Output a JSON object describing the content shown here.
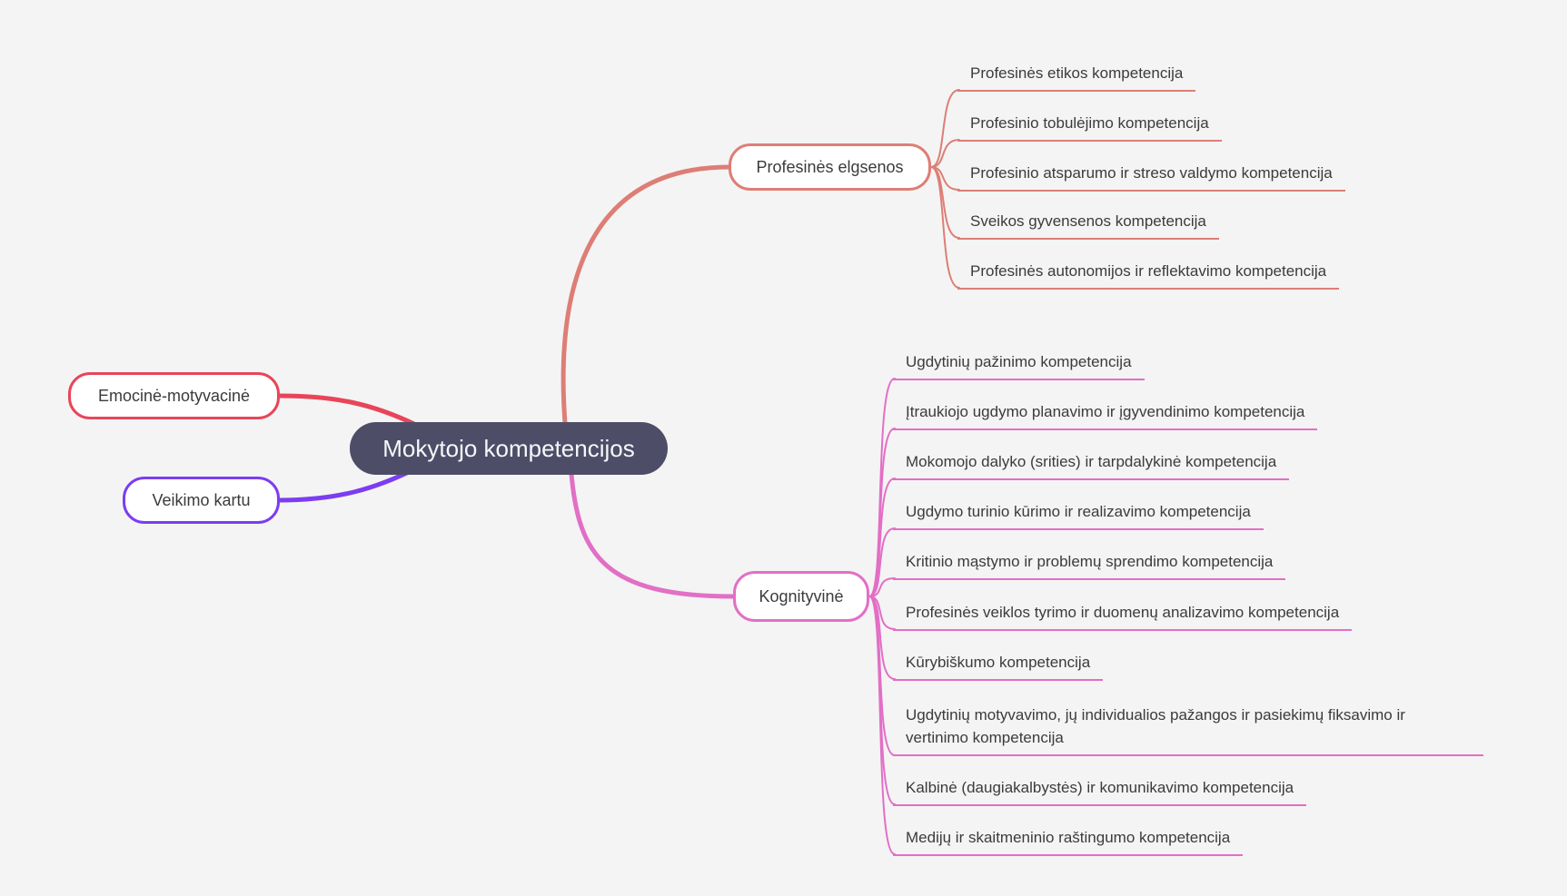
{
  "title": "Mokytojo kompetencijos",
  "colors": {
    "background": "#f4f4f4",
    "text": "#3b3b3b",
    "root_bg": "#4e4d68",
    "root_text": "#ffffff",
    "branch_red": "#e8455a",
    "branch_purple": "#7b3df0",
    "branch_salmon": "#dd7e76",
    "branch_pink": "#e26fc6"
  },
  "root": {
    "label": "Mokytojo kompetencijos"
  },
  "branches": [
    {
      "label": "Emocinė-motyvacinė",
      "color": "#e8455a",
      "children": []
    },
    {
      "label": "Veikimo kartu",
      "color": "#7b3df0",
      "children": []
    },
    {
      "label": "Profesinės elgsenos",
      "color": "#dd7e76",
      "children": [
        "Profesinės etikos kompetencija",
        "Profesinio tobulėjimo kompetencija",
        "Profesinio atsparumo ir streso valdymo kompetencija",
        "Sveikos gyvensenos kompetencija",
        "Profesinės autonomijos ir reflektavimo kompetencija"
      ]
    },
    {
      "label": "Kognityvinė",
      "color": "#e26fc6",
      "children": [
        "Ugdytinių pažinimo kompetencija",
        "Įtraukiojo ugdymo planavimo ir įgyvendinimo kompetencija",
        "Mokomojo dalyko (srities) ir tarpdalykinė kompetencija",
        "Ugdymo turinio kūrimo ir realizavimo kompetencija",
        "Kritinio mąstymo ir problemų sprendimo kompetencija",
        "Profesinės veiklos tyrimo ir duomenų analizavimo kompetencija",
        "Kūrybiškumo kompetencija",
        "Ugdytinių motyvavimo, jų individualios pažangos ir pasiekimų fiksavimo ir vertinimo kompetencija",
        "Kalbinė (daugiakalbystės) ir komunikavimo kompetencija",
        "Medijų ir skaitmeninio raštingumo kompetencija"
      ]
    }
  ]
}
